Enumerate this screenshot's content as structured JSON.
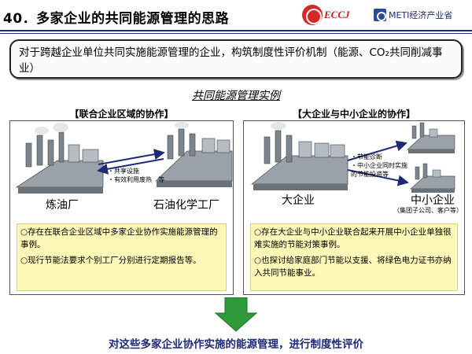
{
  "header": {
    "title": "40．多家企业的共同能源管理的思路",
    "eccj_logo": "ECCJ",
    "meti_logo": "METI经济产业省"
  },
  "summary": {
    "text": "对于跨越企业单位共同实施能源管理的企业，构筑制度性评价机制（能源、CO₂共同削减事业）"
  },
  "example_title": "共同能源管理实例",
  "left": {
    "heading": "【联合企业区域的协作】",
    "notes": [
      "・共享设施",
      "・有效利用废热　等"
    ],
    "plant_a": "炼油厂",
    "plant_b": "石油化学工厂",
    "bullets": [
      "○存在在联合企业区域中多家企业协作实施能源管理的事例。",
      "○现行节能法要求个别工厂分别进行定期报告等。"
    ]
  },
  "right": {
    "heading": "【大企业与中小企业的协作】",
    "notes": [
      "・节能诊断",
      "・中小企业同时实施的节能投资等"
    ],
    "plant_a": "大企业",
    "plant_b": "中小企业",
    "plant_b_sub": "（集团子公司、客户等）",
    "bullets": [
      "○存在大企业与中小企业联合起来开展中小企业单独很难实施的节能对策事例。",
      "○也探讨给家庭部门节能以支援、将绿色电力证书亦纳入共同节能事业。"
    ]
  },
  "conclusion": "对这些多家企业协作实施的能源管理，进行制度性评价",
  "colors": {
    "navy": "#1e2a78",
    "factory": "#8a9299",
    "panel_yellow": "#fdf7b8",
    "arrow_green": "#2e9a3a"
  }
}
